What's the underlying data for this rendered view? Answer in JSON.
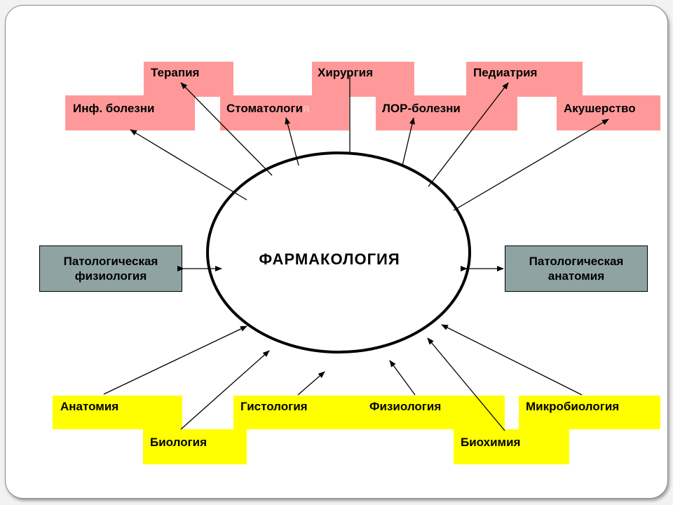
{
  "center": {
    "title": "ФАРМАКОЛОГИЯ"
  },
  "top": {
    "therapy": "Терапия",
    "surgery": "Хирургия",
    "pediatrics": "Педиатрия",
    "infectious": "Инф. болезни",
    "dentistry": "Стоматологи",
    "dentistry_tail": "я",
    "ent": "ЛОР-болезни",
    "obstetrics": "Акушерство"
  },
  "sides": {
    "left": "Патологическая физиология",
    "right": "Патологическая анатомия"
  },
  "bottom": {
    "anatomy": "Анатомия",
    "histology": "Гистология",
    "physiology": "Физиология",
    "microbiology": "Микробиология",
    "biology": "Биология",
    "biochemistry": "Биохимия"
  },
  "colors": {
    "pink": "#ff9999",
    "yellow": "#ffff00",
    "gray": "#8fa3a3"
  }
}
